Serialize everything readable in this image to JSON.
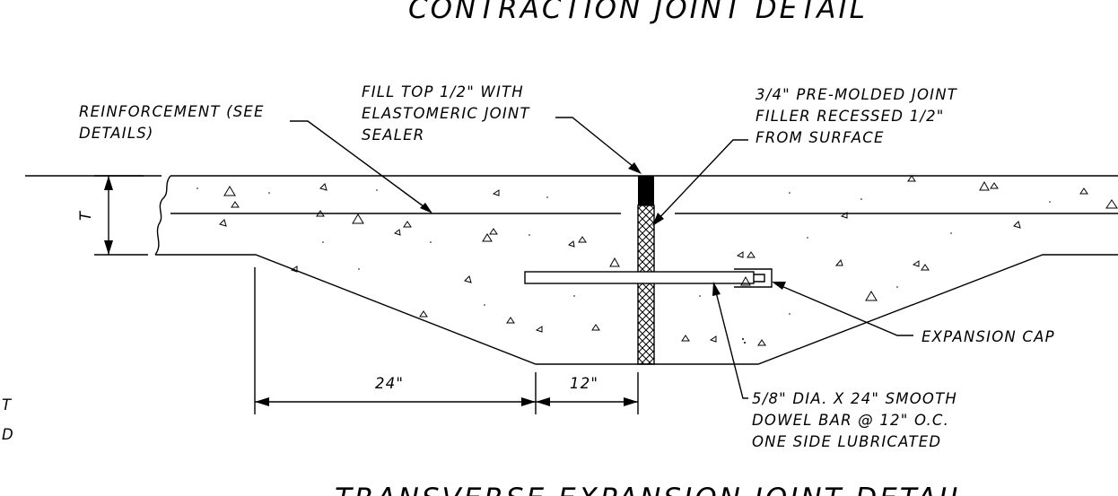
{
  "top_title": "CONTRACTION JOINT DETAIL",
  "bottom_title": "TRANSVERSE EXPANSION JOINT DETAIL",
  "side_fragment": [
    "T",
    "D"
  ],
  "dimensions": {
    "thickness": "T",
    "taper_width": "24\"",
    "dowel_half": "12\""
  },
  "callouts": {
    "reinforcement": [
      "REINFORCEMENT (SEE",
      "DETAILS)"
    ],
    "sealer": [
      "FILL TOP 1/2\" WITH",
      "ELASTOMERIC JOINT",
      "SEALER"
    ],
    "filler": [
      "3/4\" PRE-MOLDED JOINT",
      "FILLER RECESSED 1/2\"",
      "FROM SURFACE"
    ],
    "cap": [
      "EXPANSION CAP"
    ],
    "dowel": [
      "5/8\" DIA. X 24\" SMOOTH",
      "DOWEL BAR @ 12\" O.C.",
      "ONE SIDE LUBRICATED"
    ]
  }
}
